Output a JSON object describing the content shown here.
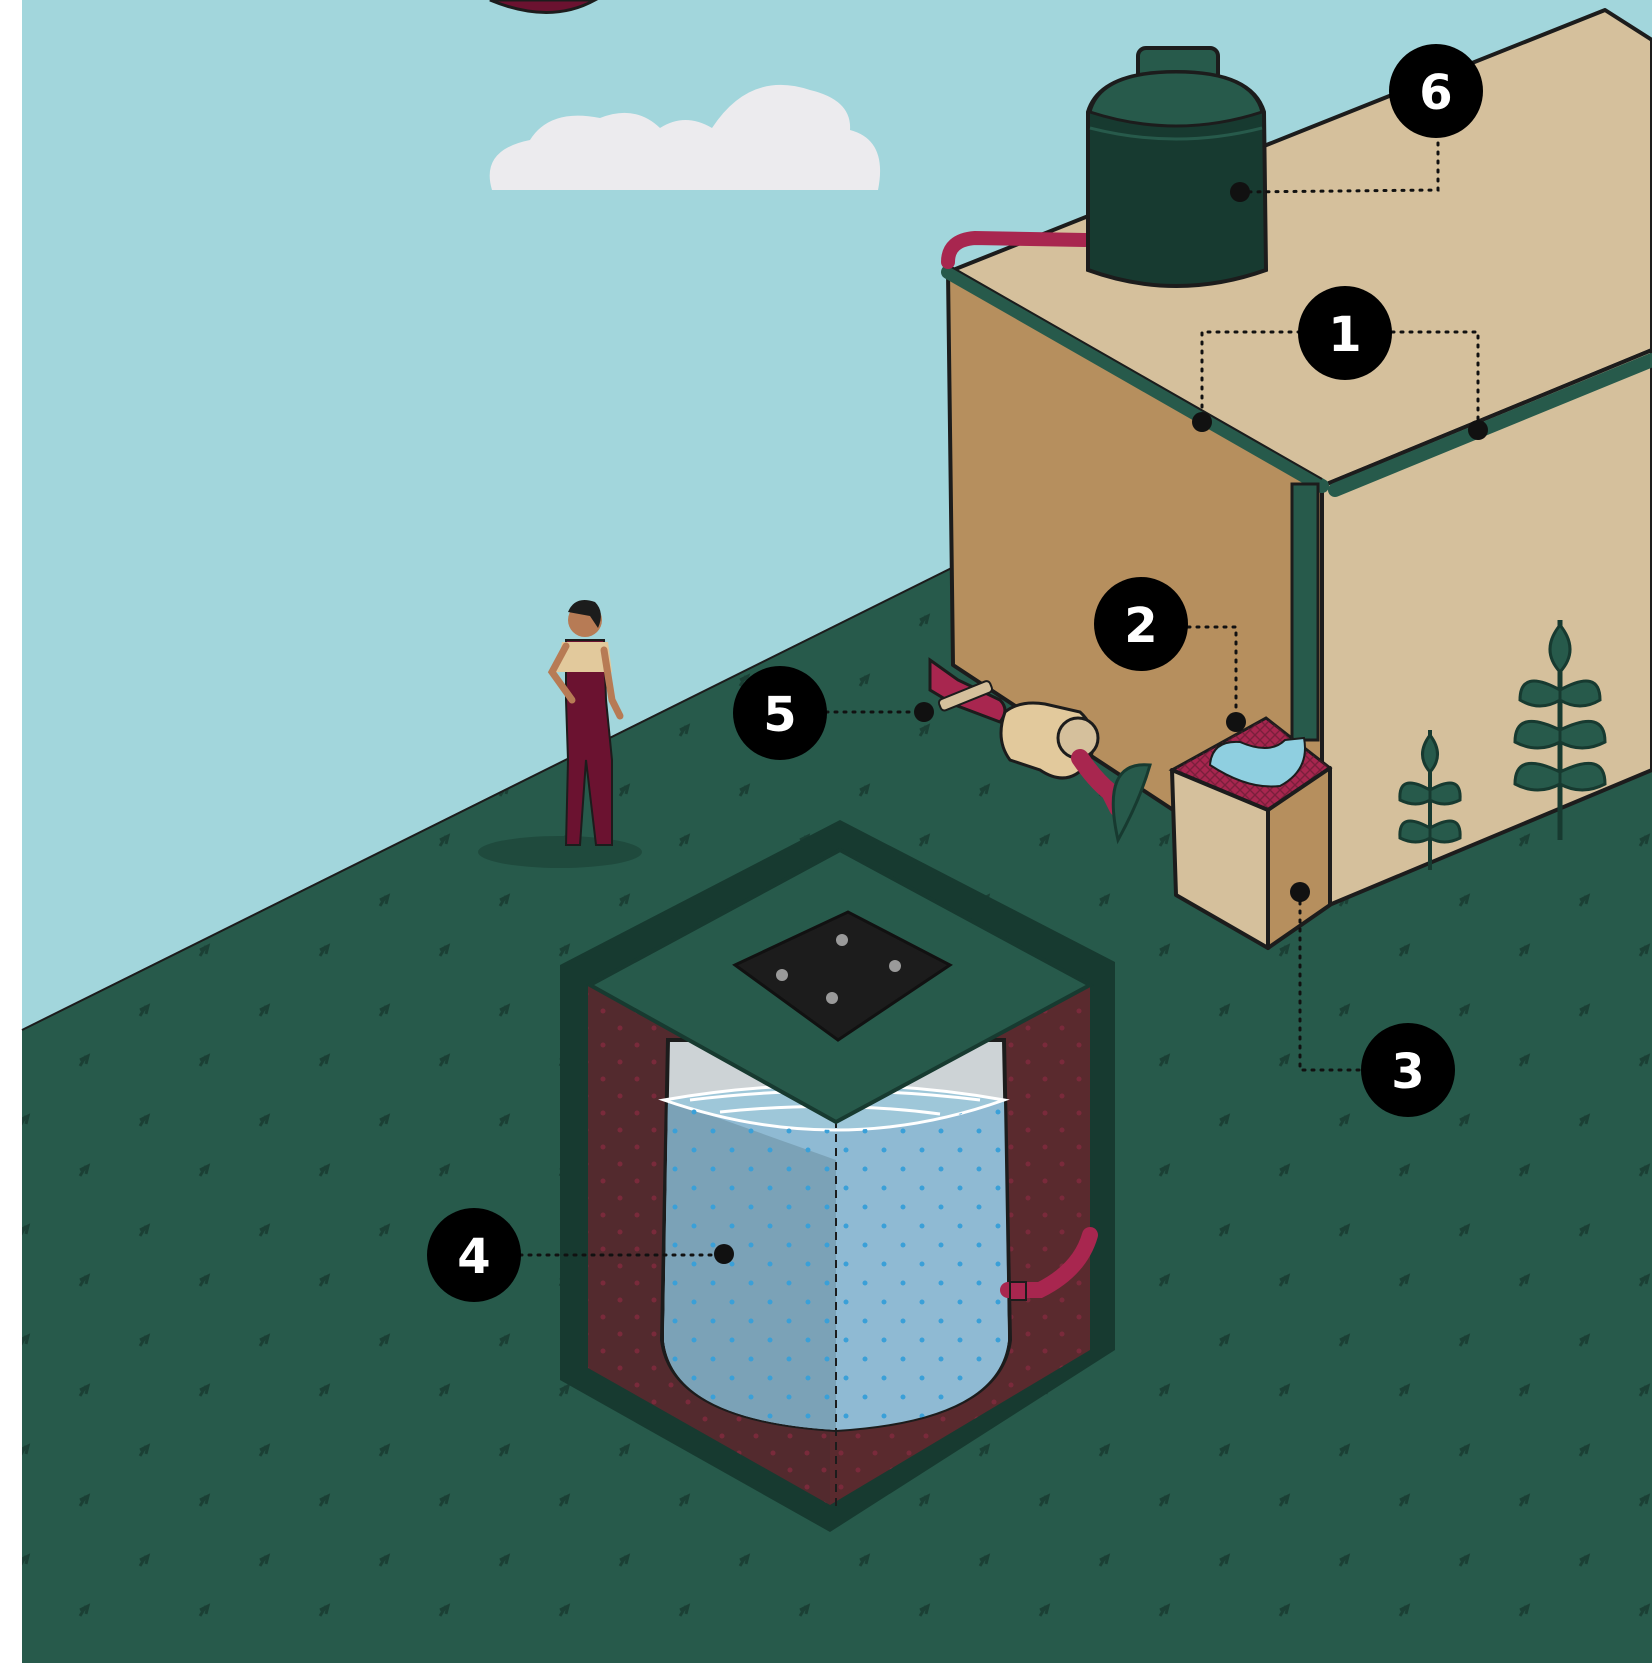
{
  "colors": {
    "sky": "#a2d6dc",
    "ground": "#275a4b",
    "ground_mark": "#1a3d33",
    "building_front": "#b68f5e",
    "building_side": "#d5c09c",
    "building_roof": "#d5c09c",
    "gutter": "#275a4b",
    "rooftop_tank": "#173a30",
    "pipe": "#a8264f",
    "soil": "#532a2e",
    "water": "#8fbad3",
    "water_dark": "#7ba2b7",
    "cloud": "#ecebee",
    "badge": "#000000",
    "person_outfit": "#6b1230"
  },
  "callouts": [
    {
      "number": "1",
      "icon": "roof-gutter-icon"
    },
    {
      "number": "2",
      "icon": "first-flush-filter-icon"
    },
    {
      "number": "3",
      "icon": "filter-box-icon"
    },
    {
      "number": "4",
      "icon": "underground-storage-tank-icon"
    },
    {
      "number": "5",
      "icon": "water-pump-icon"
    },
    {
      "number": "6",
      "icon": "rooftop-tank-icon"
    }
  ]
}
